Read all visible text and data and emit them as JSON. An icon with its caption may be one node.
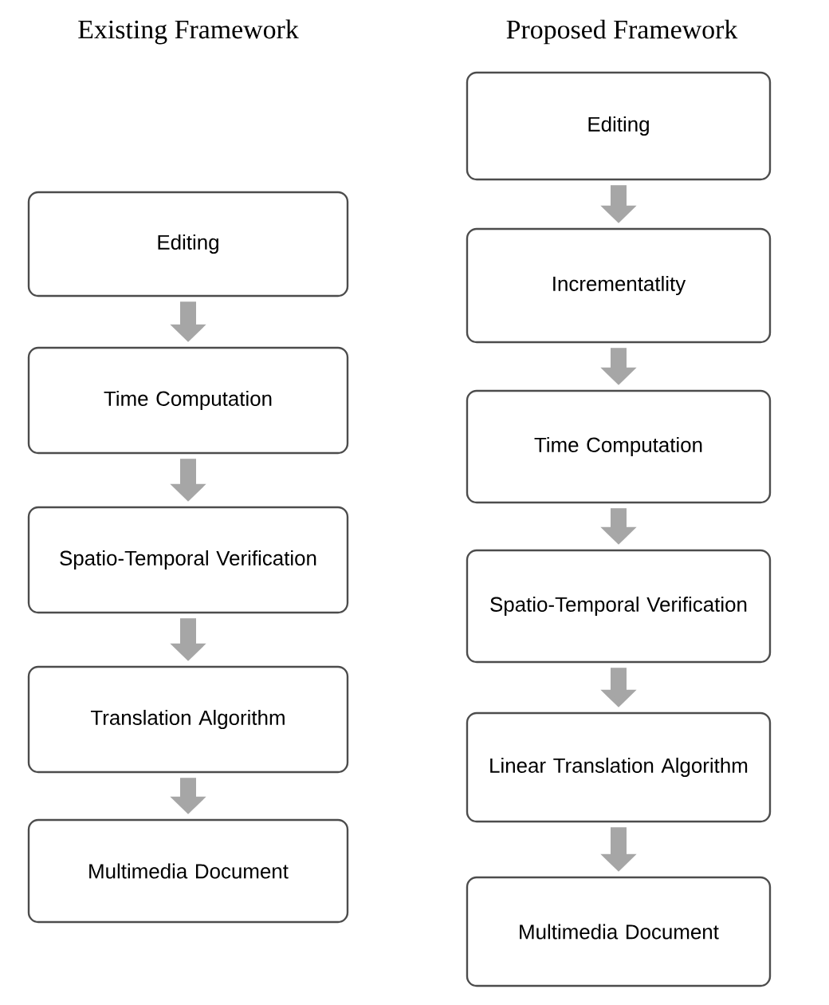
{
  "diagram": {
    "nodes": [
      {
        "text": [
          "Editing"
        ]
      },
      {
        "text": [
          "Time Computation"
        ]
      },
      {
        "text": [
          "Spatio-Temporal Verification"
        ]
      },
      {
        "text": [
          "Translation Algorithm"
        ]
      },
      {
        "text": [
          "Multimedia Document"
        ]
      },
      {
        "text": [
          "Editing"
        ]
      },
      {
        "text": [
          "Incrementatlity"
        ]
      },
      {
        "text": [
          "Time Computation"
        ]
      },
      {
        "text": [
          "Spatio-Temporal Verification"
        ]
      },
      {
        "text": [
          "Linear Translation Algorithm"
        ]
      },
      {
        "text": [
          "Multimedia Document"
        ]
      }
    ],
    "edges": [
      {
        "from": 0,
        "to": 1,
        "arrow": "to"
      },
      {
        "from": 1,
        "to": 2,
        "arrow": "to"
      },
      {
        "from": 2,
        "to": 3,
        "arrow": "to"
      },
      {
        "from": 3,
        "to": 4,
        "arrow": "to"
      },
      {
        "from": 5,
        "to": 6,
        "arrow": "to"
      },
      {
        "from": 6,
        "to": 7,
        "arrow": "to"
      },
      {
        "from": 7,
        "to": 8,
        "arrow": "to"
      },
      {
        "from": 8,
        "to": 9,
        "arrow": "to"
      },
      {
        "from": 9,
        "to": 10,
        "arrow": "to"
      }
    ],
    "labels": [
      "Existing Framework",
      "Proposed Framework"
    ]
  }
}
